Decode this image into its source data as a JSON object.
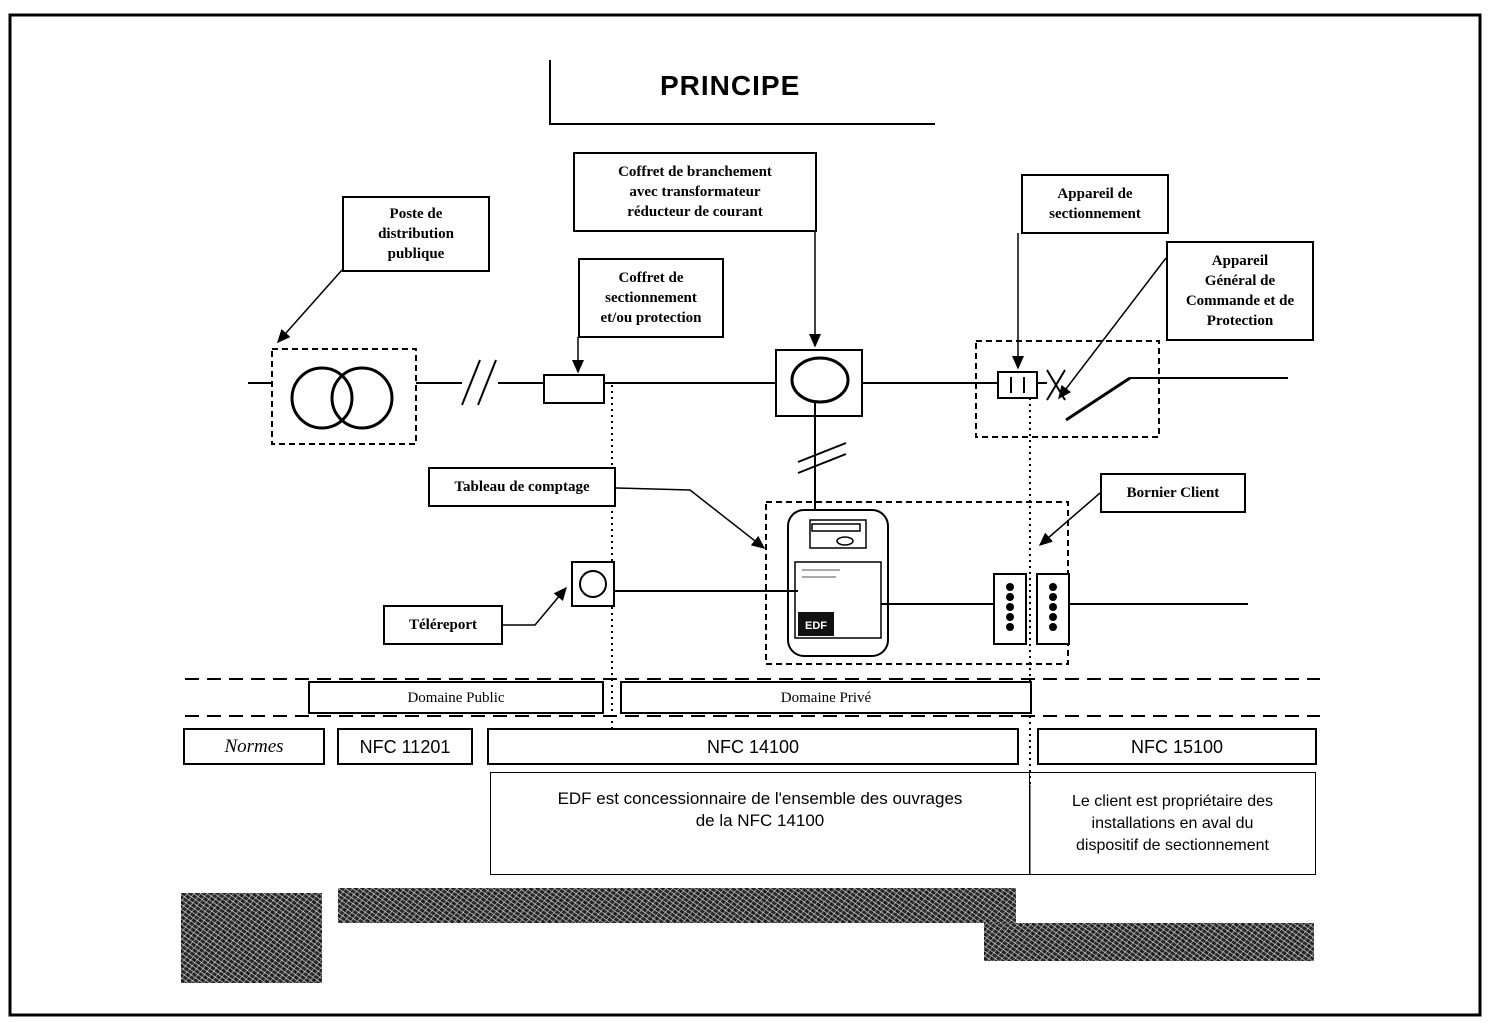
{
  "title": "PRINCIPE",
  "labels": {
    "poste": "Poste de\ndistribution\npublique",
    "coffret_branchement": "Coffret de branchement\navec transformateur\nréducteur de courant",
    "coffret_sectionnement": "Coffret de\nsectionnement\net/ou protection",
    "appareil_sectionnement": "Appareil de\nsectionnement",
    "appareil_general": "Appareil\nGénéral de\nCommande et de\nProtection",
    "tableau_comptage": "Tableau de comptage",
    "bornier_client": "Bornier Client",
    "telereport": "Téléreport"
  },
  "domains": {
    "public": "Domaine Public",
    "prive": "Domaine Privé"
  },
  "normes": {
    "label": "Normes",
    "nfc11201": "NFC 11201",
    "nfc14100": "NFC 14100",
    "nfc15100": "NFC 15100"
  },
  "notes": {
    "edf": "EDF est concessionnaire de l'ensemble des ouvrages\nde la NFC 14100",
    "client": "Le client est propriétaire des\ninstallations en aval du\ndispositif de sectionnement"
  }
}
